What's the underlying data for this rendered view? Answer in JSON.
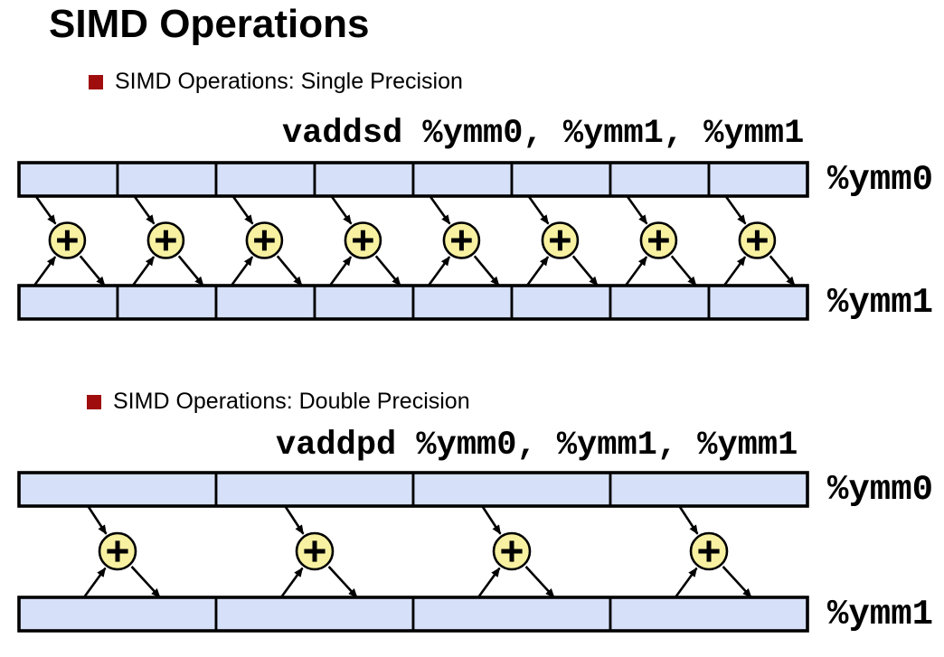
{
  "slide": {
    "title": "SIMD Operations"
  },
  "colors": {
    "bullet_red": "#A00D0D",
    "cell_fill": "#D6E0F8",
    "cell_border": "#000000",
    "adder_fill": "#F7F1A1",
    "adder_border": "#000000",
    "arrow": "#000000"
  },
  "sections": [
    {
      "bullet_label": "SIMD Operations: Single Precision",
      "instruction": "vaddsd %ymm0, %ymm1, %ymm1",
      "register_top": "%ymm0",
      "register_bottom": "%ymm1",
      "diagram": {
        "lanes": 8,
        "operator": "+"
      }
    },
    {
      "bullet_label": "SIMD Operations: Double Precision",
      "instruction": "vaddpd %ymm0, %ymm1, %ymm1",
      "register_top": "%ymm0",
      "register_bottom": "%ymm1",
      "diagram": {
        "lanes": 4,
        "operator": "+"
      }
    }
  ]
}
